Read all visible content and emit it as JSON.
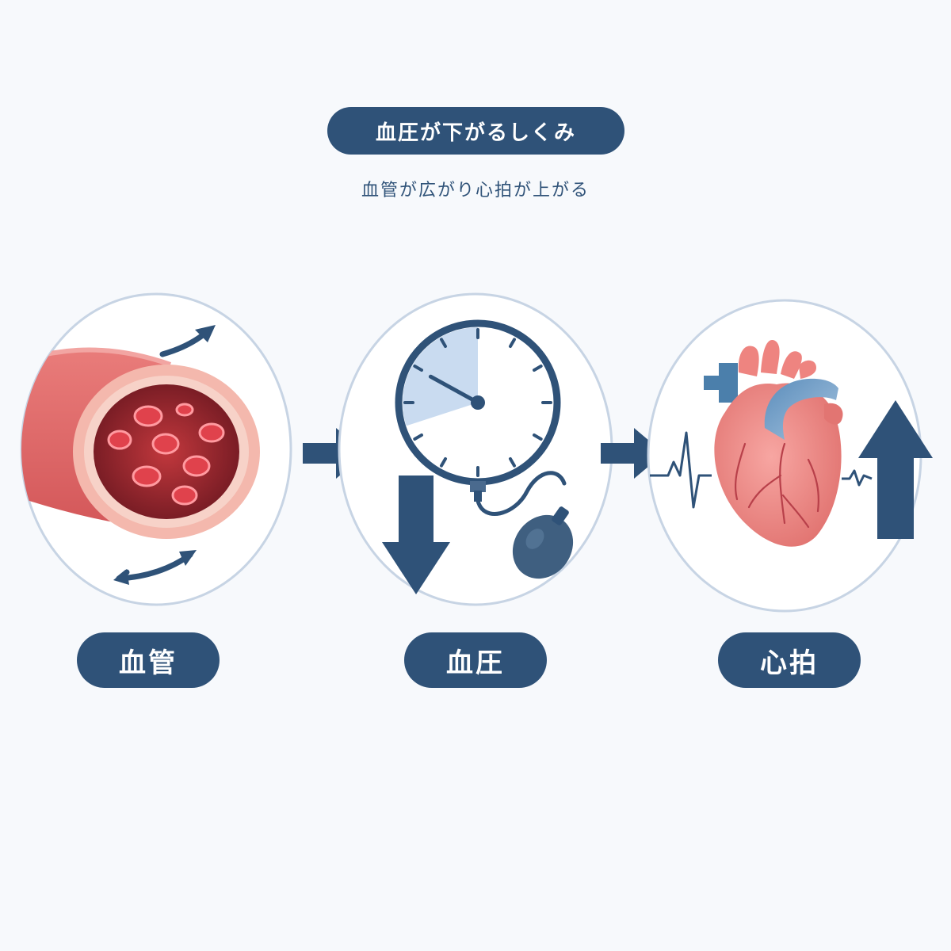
{
  "header": {
    "title": "血圧が下がるしくみ",
    "subtitle": "血管が広がり心拍が上がる"
  },
  "steps": [
    {
      "label": "血管",
      "icon": "blood-vessel-icon",
      "indicator": "widening-arrows-icon"
    },
    {
      "label": "血圧",
      "icon": "blood-pressure-gauge-icon",
      "indicator": "down-arrow-icon"
    },
    {
      "label": "心拍",
      "icon": "heart-icon",
      "indicator": "up-arrow-icon"
    }
  ],
  "colors": {
    "accent": "#2f5278",
    "background": "#f7f9fc",
    "circle_border": "#c7d4e4",
    "vessel": "#e06a6a",
    "vessel_inner": "#b5363c",
    "blood_cell": "#d83a45",
    "heart": "#f08a88",
    "heart_vessel": "#4b7fab",
    "gauge_fill": "#c9dbf0"
  },
  "gauge": {
    "needle_fraction": 0.25
  }
}
